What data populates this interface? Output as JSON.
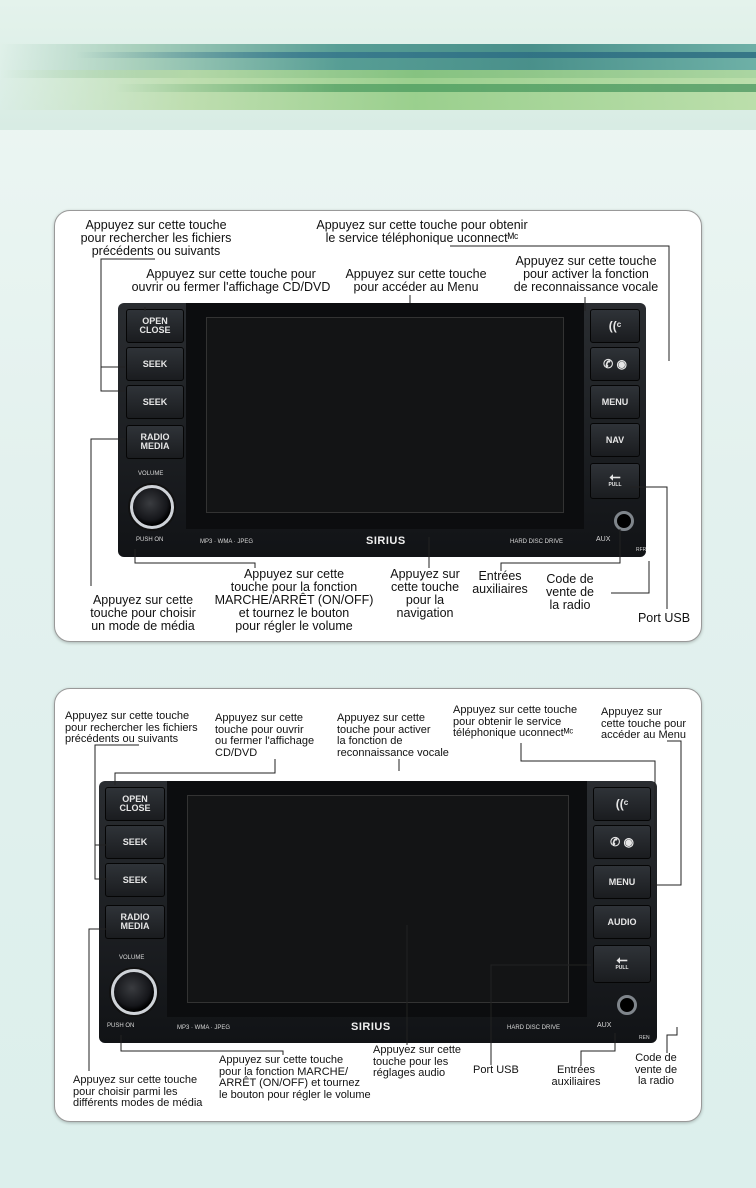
{
  "panel1": {
    "radio": {
      "open_close": "OPEN\nCLOSE",
      "seek": "SEEK",
      "radio_media": "RADIO\nMEDIA",
      "volume": "VOLUME",
      "push_on": "PUSH ON",
      "menu": "MENU",
      "nav": "NAV",
      "pull": "PULL",
      "formats": "MP3 · WMA · JPEG",
      "brand": "SIRIUS",
      "hdd": "HARD DISC DRIVE",
      "aux": "AUX",
      "code": "RFR"
    },
    "labels": {
      "seek": "Appuyez sur cette touche\npour rechercher les fichiers\nprécédents ou suivants",
      "phone": "Appuyez sur cette touche pour obtenir\nle service téléphonique uconnectᴹᶜ",
      "open_close": "Appuyez sur cette touche pour\nouvrir ou fermer l'affichage CD/DVD",
      "menu": "Appuyez sur cette touche\npour accéder au Menu",
      "voice": "Appuyez sur cette touche\npour activer la fonction\nde reconnaissance vocale",
      "media": "Appuyez sur cette\ntouche pour choisir\nun mode de média",
      "volume": "Appuyez sur cette\ntouche pour la fonction\nMARCHE/ARRÊT (ON/OFF)\net tournez le bouton\npour régler le volume",
      "nav": "Appuyez sur\ncette touche\npour la\nnavigation",
      "aux": "Entrées\nauxiliaires",
      "code": "Code de\nvente de\nla radio",
      "usb": "Port USB"
    }
  },
  "panel2": {
    "radio": {
      "open_close": "OPEN\nCLOSE",
      "seek": "SEEK",
      "radio_media": "RADIO\nMEDIA",
      "volume": "VOLUME",
      "push_on": "PUSH ON",
      "menu": "MENU",
      "audio": "AUDIO",
      "pull": "PULL",
      "formats": "MP3 · WMA · JPEG",
      "brand": "SIRIUS",
      "hdd": "HARD DISC DRIVE",
      "aux": "AUX",
      "code": "REN"
    },
    "labels": {
      "seek": "Appuyez sur cette touche\npour rechercher les fichiers\nprécédents ou suivants",
      "open_close": "Appuyez sur cette\ntouche pour ouvrir\nou fermer l'affichage\nCD/DVD",
      "voice": "Appuyez sur cette\ntouche pour activer\nla fonction de\nreconnaissance vocale",
      "phone": "Appuyez sur cette touche\npour obtenir le service\ntéléphonique uconnectᴹᶜ",
      "menu": "Appuyez sur\ncette touche pour\naccéder au Menu",
      "media": "Appuyez sur cette touche\npour choisir parmi les\ndifférents modes de média",
      "volume": "Appuyez sur cette touche\npour la fonction MARCHE/\nARRÊT (ON/OFF) et tournez\nle bouton pour régler le volume",
      "audio": "Appuyez sur cette\ntouche pour les\nréglages audio",
      "usb": "Port USB",
      "aux": "Entrées\nauxiliaires",
      "code": "Code de\nvente de\nla radio"
    }
  }
}
